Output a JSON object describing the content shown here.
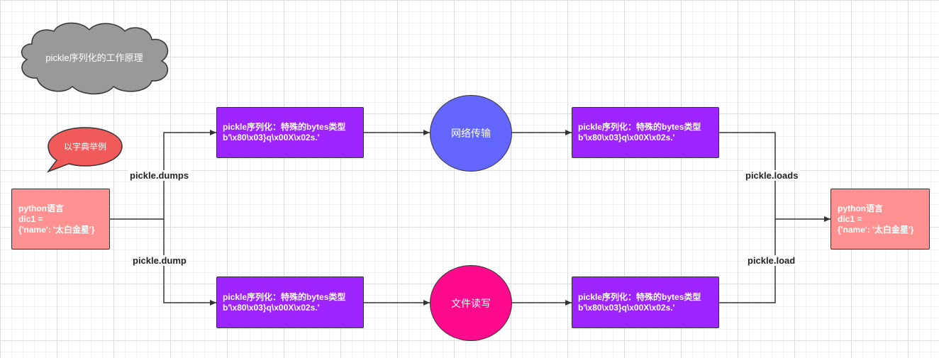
{
  "title": "pickle序列化的工作原理",
  "example_note": "以字典举例",
  "source": {
    "line1": "python语言",
    "line2": "dic1 =",
    "line3": "{'name': '太白金星'}"
  },
  "target": {
    "line1": "python语言",
    "line2": "dic1 =",
    "line3": "{'name': '太白金星'}"
  },
  "top_path": {
    "serialize_label": "pickle.dumps",
    "box_before": {
      "line1": "pickle序列化：特殊的bytes类型",
      "line2": "b'\\x80\\x03}q\\x00X\\x02s.'"
    },
    "medium": "网络传输",
    "box_after": {
      "line1": "pickle序列化：特殊的bytes类型",
      "line2": "b'\\x80\\x03}q\\x00X\\x02s.'"
    },
    "deserialize_label": "pickle.loads"
  },
  "bottom_path": {
    "serialize_label": "pickle.dump",
    "box_before": {
      "line1": "pickle序列化：特殊的bytes类型",
      "line2": "b'\\x80\\x03}q\\x00X\\x02s.'"
    },
    "medium": "文件读写",
    "box_after": {
      "line1": "pickle序列化：特殊的bytes类型",
      "line2": "b'\\x80\\x03}q\\x00X\\x02s.'"
    },
    "deserialize_label": "pickle.load"
  },
  "colors": {
    "cloud": "#999999",
    "callout": "#f05a5a",
    "source_box": "#ff9191",
    "bytes_box": "#9e24ff",
    "network_circle": "#6266fc",
    "file_circle": "#ff0a8c"
  }
}
